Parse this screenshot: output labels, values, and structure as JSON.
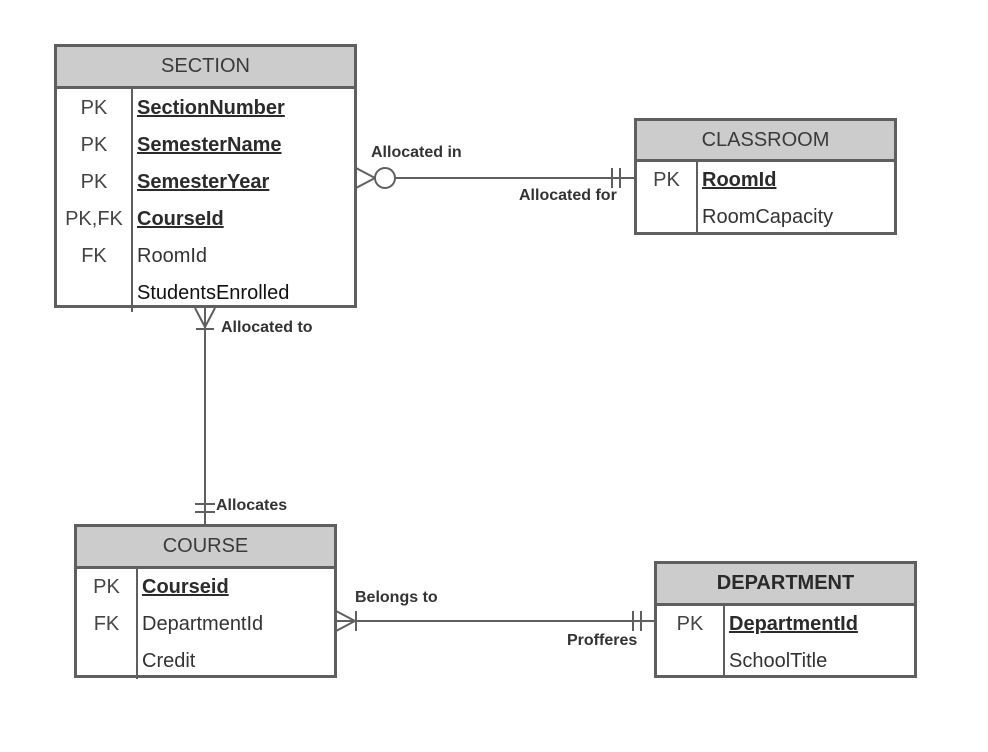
{
  "entities": {
    "section": {
      "title": "SECTION",
      "rows": [
        {
          "key": "PK",
          "attr": "SectionNumber"
        },
        {
          "key": "PK",
          "attr": "SemesterName"
        },
        {
          "key": "PK",
          "attr": "SemesterYear"
        },
        {
          "key": "PK,FK",
          "attr": "CourseId"
        },
        {
          "key": "FK",
          "attr": "RoomId"
        },
        {
          "key": "",
          "attr": "StudentsEnrolled"
        }
      ]
    },
    "classroom": {
      "title": "CLASSROOM",
      "rows": [
        {
          "key": "PK",
          "attr": "RoomId"
        },
        {
          "key": "",
          "attr": "RoomCapacity"
        }
      ]
    },
    "course": {
      "title": "COURSE",
      "rows": [
        {
          "key": "PK",
          "attr": "Courseid"
        },
        {
          "key": "FK",
          "attr": "DepartmentId"
        },
        {
          "key": "",
          "attr": "Credit"
        }
      ]
    },
    "department": {
      "title": "DEPARTMENT",
      "rows": [
        {
          "key": "PK",
          "attr": "DepartmentId"
        },
        {
          "key": "",
          "attr": "SchoolTitle"
        }
      ]
    }
  },
  "relationships": {
    "section_classroom": {
      "from_label": "Allocated in",
      "to_label": "Allocated for"
    },
    "section_course": {
      "from_label": "Allocated to",
      "to_label": "Allocates"
    },
    "course_department": {
      "from_label": "Belongs to",
      "to_label": "Profferes"
    }
  },
  "colors": {
    "border": "#5f5f5f",
    "header": "#cccccc"
  }
}
